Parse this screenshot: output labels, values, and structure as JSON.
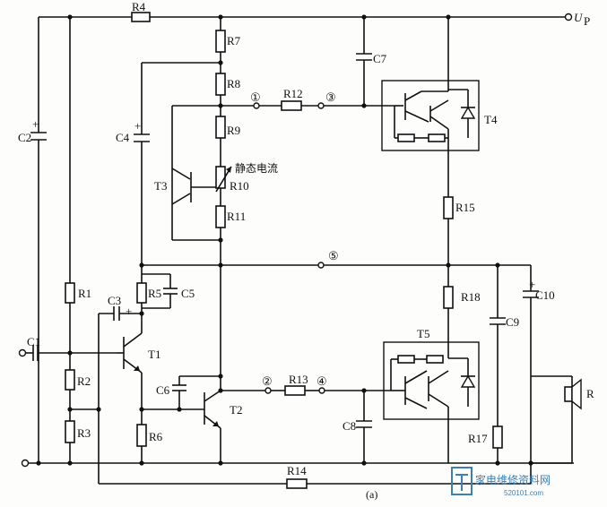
{
  "labels": {
    "up": "U",
    "up_sub": "P",
    "r4": "R4",
    "r7": "R7",
    "r8": "R8",
    "r9": "R9",
    "r10": "R10",
    "r11": "R11",
    "r12": "R12",
    "r13": "R13",
    "r14": "R14",
    "r15": "R15",
    "r17": "R17",
    "r18": "R18",
    "r1": "R1",
    "r2": "R2",
    "r3": "R3",
    "r5": "R5",
    "r6": "R6",
    "c1": "C1",
    "c2": "C2",
    "c3": "C3",
    "c4": "C4",
    "c5": "C5",
    "c6": "C6",
    "c7": "C7",
    "c8": "C8",
    "c9": "C9",
    "c10": "C10",
    "t1": "T1",
    "t2": "T2",
    "t3": "T3",
    "t4": "T4",
    "t5": "T5",
    "r_speaker": "R",
    "n1": "①",
    "n2": "②",
    "n3": "③",
    "n4": "④",
    "n5": "⑤",
    "quiescent": "静态电流",
    "caption": "(a)",
    "plus": "+"
  },
  "watermark": {
    "text": "家电维修资料网",
    "url": "520101.com",
    "color": "#3a7fb8"
  }
}
